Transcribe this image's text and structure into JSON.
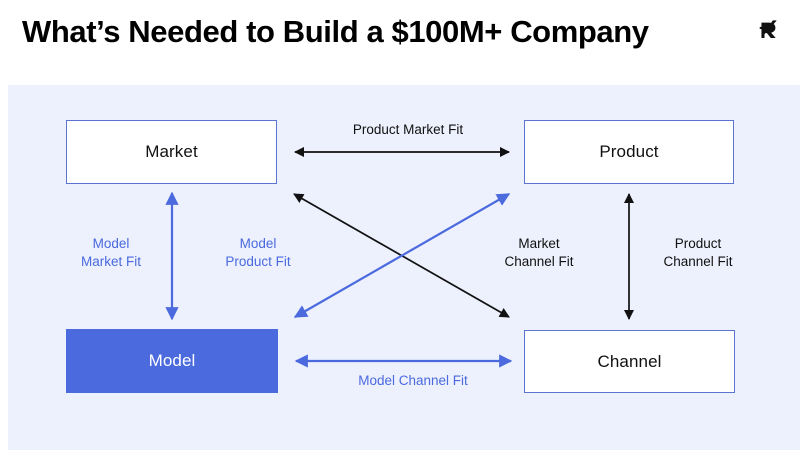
{
  "header": {
    "title": "What’s Needed to Build a $100M+ Company",
    "logo_icon": "stylized-r-logo-icon"
  },
  "colors": {
    "background": "#ffffff",
    "canvas": "#edf0fd",
    "accent_blue": "#4a6ade",
    "box_border_blue": "#5b74d0",
    "dark_text": "#111111",
    "box_fill_white": "#ffffff"
  },
  "diagram": {
    "type": "relationship-matrix",
    "nodes": [
      {
        "id": "market",
        "label": "Market",
        "style": "outline",
        "position": "top-left"
      },
      {
        "id": "product",
        "label": "Product",
        "style": "outline",
        "position": "top-right"
      },
      {
        "id": "model",
        "label": "Model",
        "style": "filled",
        "position": "bottom-left"
      },
      {
        "id": "channel",
        "label": "Channel",
        "style": "outline",
        "position": "bottom-right"
      }
    ],
    "edges": [
      {
        "id": "product-market-fit",
        "label": "Product Market Fit",
        "from": "market",
        "to": "product",
        "color": "#111111",
        "orientation": "horizontal-top",
        "arrow": "double"
      },
      {
        "id": "model-market-fit",
        "label": "Model\nMarket Fit",
        "from": "market",
        "to": "model",
        "color": "#4a6ade",
        "orientation": "vertical-left",
        "arrow": "double"
      },
      {
        "id": "model-product-fit",
        "label": "Model\nProduct Fit",
        "from": "model",
        "to": "product",
        "color": "#4a6ade",
        "orientation": "diagonal-up-right",
        "arrow": "double"
      },
      {
        "id": "market-channel-fit",
        "label": "Market\nChannel Fit",
        "from": "market",
        "to": "channel",
        "color": "#111111",
        "orientation": "diagonal-down-right",
        "arrow": "double"
      },
      {
        "id": "product-channel-fit",
        "label": "Product\nChannel Fit",
        "from": "product",
        "to": "channel",
        "color": "#111111",
        "orientation": "vertical-right",
        "arrow": "double"
      },
      {
        "id": "model-channel-fit",
        "label": "Model Channel Fit",
        "from": "model",
        "to": "channel",
        "color": "#4a6ade",
        "orientation": "horizontal-bottom",
        "arrow": "double"
      }
    ]
  }
}
